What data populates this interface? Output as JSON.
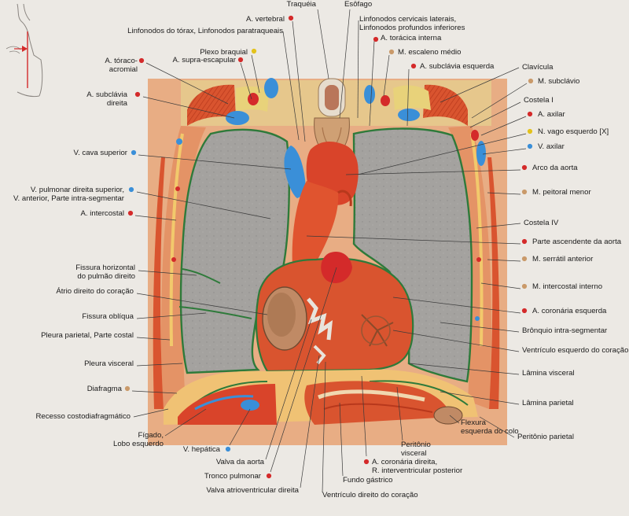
{
  "colors": {
    "artery": "#d42a2a",
    "vein": "#3a8fd8",
    "nerve": "#e3c21b",
    "lymph": "#ca9a6a",
    "muscle_or_organ": "#c08a65",
    "leader": "#3a3a3a"
  },
  "labels": [
    {
      "key": "traqueia",
      "lines": [
        "Traquéia"
      ],
      "dot": null
    },
    {
      "key": "esofago",
      "lines": [
        "Esôfago"
      ],
      "dot": null
    },
    {
      "key": "vertebral",
      "lines": [
        "A. vertebral"
      ],
      "dot": "artery"
    },
    {
      "key": "linf_cerv",
      "lines": [
        "Linfonodos cervicais laterais,",
        "Linfonodos profundos inferiores"
      ],
      "dot": null
    },
    {
      "key": "linf_torax",
      "lines": [
        "Linfonodos do tórax, Linfonodos paratraqueais"
      ],
      "dot": null
    },
    {
      "key": "toracica_interna",
      "lines": [
        "A. torácica interna"
      ],
      "dot": "artery"
    },
    {
      "key": "plexo",
      "lines": [
        "Plexo braquial"
      ],
      "dot": "nerve"
    },
    {
      "key": "escaleno",
      "lines": [
        "M. escaleno médio"
      ],
      "dot": "lymph"
    },
    {
      "key": "toraco_acromial",
      "lines": [
        "A. tóraco-",
        "acromial"
      ],
      "dot": "artery"
    },
    {
      "key": "supra_escapular",
      "lines": [
        "A. supra-escapular"
      ],
      "dot": "artery"
    },
    {
      "key": "subclavia_esq",
      "lines": [
        "A. subclávia esquerda"
      ],
      "dot": "artery"
    },
    {
      "key": "clavicula",
      "lines": [
        "Clavícula"
      ],
      "dot": null
    },
    {
      "key": "subclavio",
      "lines": [
        "M. subclávio"
      ],
      "dot": "lymph"
    },
    {
      "key": "subclavia_dir",
      "lines": [
        "A. subclávia",
        "direita"
      ],
      "dot": "artery"
    },
    {
      "key": "costela_1",
      "lines": [
        "Costela I"
      ],
      "dot": null
    },
    {
      "key": "axilar_a",
      "lines": [
        "A. axilar"
      ],
      "dot": "artery"
    },
    {
      "key": "vago",
      "lines": [
        "N. vago esquerdo [X]"
      ],
      "dot": "nerve"
    },
    {
      "key": "cava_sup",
      "lines": [
        "V. cava superior"
      ],
      "dot": "vein"
    },
    {
      "key": "axilar_v",
      "lines": [
        "V. axilar"
      ],
      "dot": "vein"
    },
    {
      "key": "arco_aorta",
      "lines": [
        "Arco da aorta"
      ],
      "dot": "artery"
    },
    {
      "key": "pulmonar_dir",
      "lines": [
        "V. pulmonar direita superior,",
        "V. anterior, Parte intra-segmentar"
      ],
      "dot": "vein"
    },
    {
      "key": "peitoral",
      "lines": [
        "M. peitoral menor"
      ],
      "dot": "lymph"
    },
    {
      "key": "intercostal",
      "lines": [
        "A. intercostal"
      ],
      "dot": "artery"
    },
    {
      "key": "costela_4",
      "lines": [
        "Costela IV"
      ],
      "dot": null
    },
    {
      "key": "asc_aorta",
      "lines": [
        "Parte ascendente da aorta"
      ],
      "dot": "artery"
    },
    {
      "key": "serratil",
      "lines": [
        "M. serrátil anterior"
      ],
      "dot": "lymph"
    },
    {
      "key": "fissura_h",
      "lines": [
        "Fissura horizontal",
        "do pulmão direito"
      ],
      "dot": null
    },
    {
      "key": "intercostal_int",
      "lines": [
        "M. intercostal interno"
      ],
      "dot": "lymph"
    },
    {
      "key": "atrio",
      "lines": [
        "Átrio direito do coração"
      ],
      "dot": null
    },
    {
      "key": "coronaria_esq",
      "lines": [
        "A. coronária esquerda"
      ],
      "dot": "artery"
    },
    {
      "key": "fissura_obl",
      "lines": [
        "Fissura oblíqua"
      ],
      "dot": null
    },
    {
      "key": "bronquio",
      "lines": [
        "Brônquio intra-segmentar"
      ],
      "dot": null
    },
    {
      "key": "pleura_par",
      "lines": [
        "Pleura parietal, Parte costal"
      ],
      "dot": null
    },
    {
      "key": "ventr_esq",
      "lines": [
        "Ventrículo esquerdo do coração"
      ],
      "dot": null
    },
    {
      "key": "pleura_visc",
      "lines": [
        "Pleura visceral"
      ],
      "dot": null
    },
    {
      "key": "lamina_visc",
      "lines": [
        "Lâmina visceral"
      ],
      "dot": null
    },
    {
      "key": "diafragma",
      "lines": [
        "Diafragma"
      ],
      "dot": "lymph"
    },
    {
      "key": "lamina_par",
      "lines": [
        "Lâmina parietal"
      ],
      "dot": null
    },
    {
      "key": "recesso",
      "lines": [
        "Recesso costodiafragmático"
      ],
      "dot": null
    },
    {
      "key": "figado",
      "lines": [
        "Fígado,",
        "Lobo esquerdo"
      ],
      "dot": null
    },
    {
      "key": "hepatica",
      "lines": [
        "V. hepática"
      ],
      "dot": "vein"
    },
    {
      "key": "valva_aorta",
      "lines": [
        "Valva da aorta"
      ],
      "dot": null
    },
    {
      "key": "tronco_pulm",
      "lines": [
        "Tronco pulmonar"
      ],
      "dot": "artery"
    },
    {
      "key": "valva_av",
      "lines": [
        "Valva atrioventricular direita"
      ],
      "dot": null
    },
    {
      "key": "peritonio_visc",
      "lines": [
        "Peritônio",
        "visceral"
      ],
      "dot": null
    },
    {
      "key": "coronaria_dir",
      "lines": [
        "A. coronária direita,",
        "R. interventricular posterior"
      ],
      "dot": "artery"
    },
    {
      "key": "flexura",
      "lines": [
        "Flexura",
        "esquerda do colo"
      ],
      "dot": null
    },
    {
      "key": "peritonio_par",
      "lines": [
        "Peritônio parietal"
      ],
      "dot": null
    },
    {
      "key": "fundo_gastrico",
      "lines": [
        "Fundo gástrico"
      ],
      "dot": null
    },
    {
      "key": "ventr_dir",
      "lines": [
        "Ventrículo direito do coração"
      ],
      "dot": null
    }
  ]
}
